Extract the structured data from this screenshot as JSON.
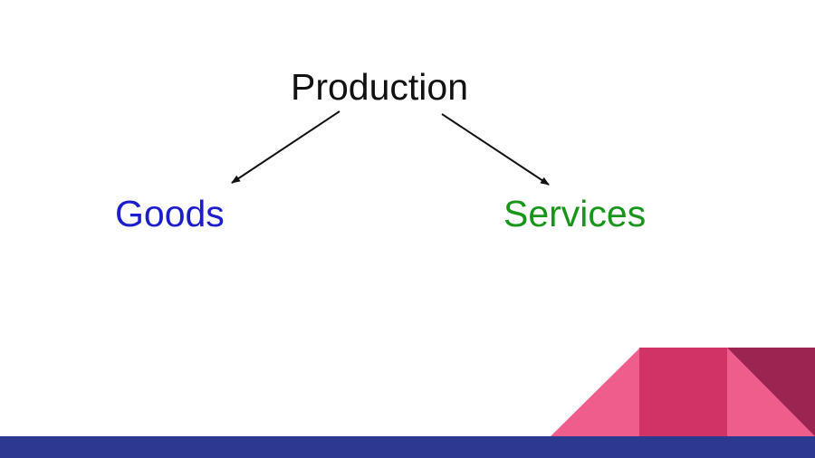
{
  "diagram": {
    "root": {
      "label": "Production",
      "color": "#111111"
    },
    "children": [
      {
        "label": "Goods",
        "color": "#1d1dcc"
      },
      {
        "label": "Services",
        "color": "#18961a"
      }
    ]
  },
  "theme": {
    "footer_bar_color": "#2b3990",
    "accent_colors": [
      "#ef5d8d",
      "#d23367",
      "#9c2450"
    ]
  }
}
